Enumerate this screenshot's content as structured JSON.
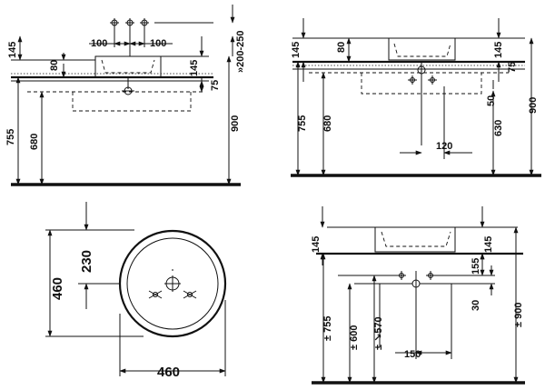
{
  "views": {
    "front": {
      "dim_145": "145",
      "dim_100_left": "100",
      "dim_100_right": "100",
      "dim_200_250": "»200-250",
      "dim_80": "80",
      "dim_145_right": "145",
      "dim_75": "75",
      "dim_755": "755",
      "dim_680": "680",
      "dim_900": "900"
    },
    "side": {
      "dim_145": "145",
      "dim_80": "80",
      "dim_145_right": "145",
      "dim_75": "75",
      "dim_900": "900",
      "dim_755": "755",
      "dim_680": "680",
      "dim_50": "50",
      "dim_630": "630",
      "dim_120": "120"
    },
    "top": {
      "dim_230": "230",
      "dim_460_vertical": "460",
      "dim_460_horizontal": "460"
    },
    "alternative": {
      "dim_145_left": "145",
      "dim_145_right": "145",
      "dim_155": "155",
      "dim_30": "30",
      "dim_755": "± 755",
      "dim_600": "± 600",
      "dim_570": "± ↘570",
      "dim_150": "150",
      "dim_900": "± 900"
    }
  }
}
